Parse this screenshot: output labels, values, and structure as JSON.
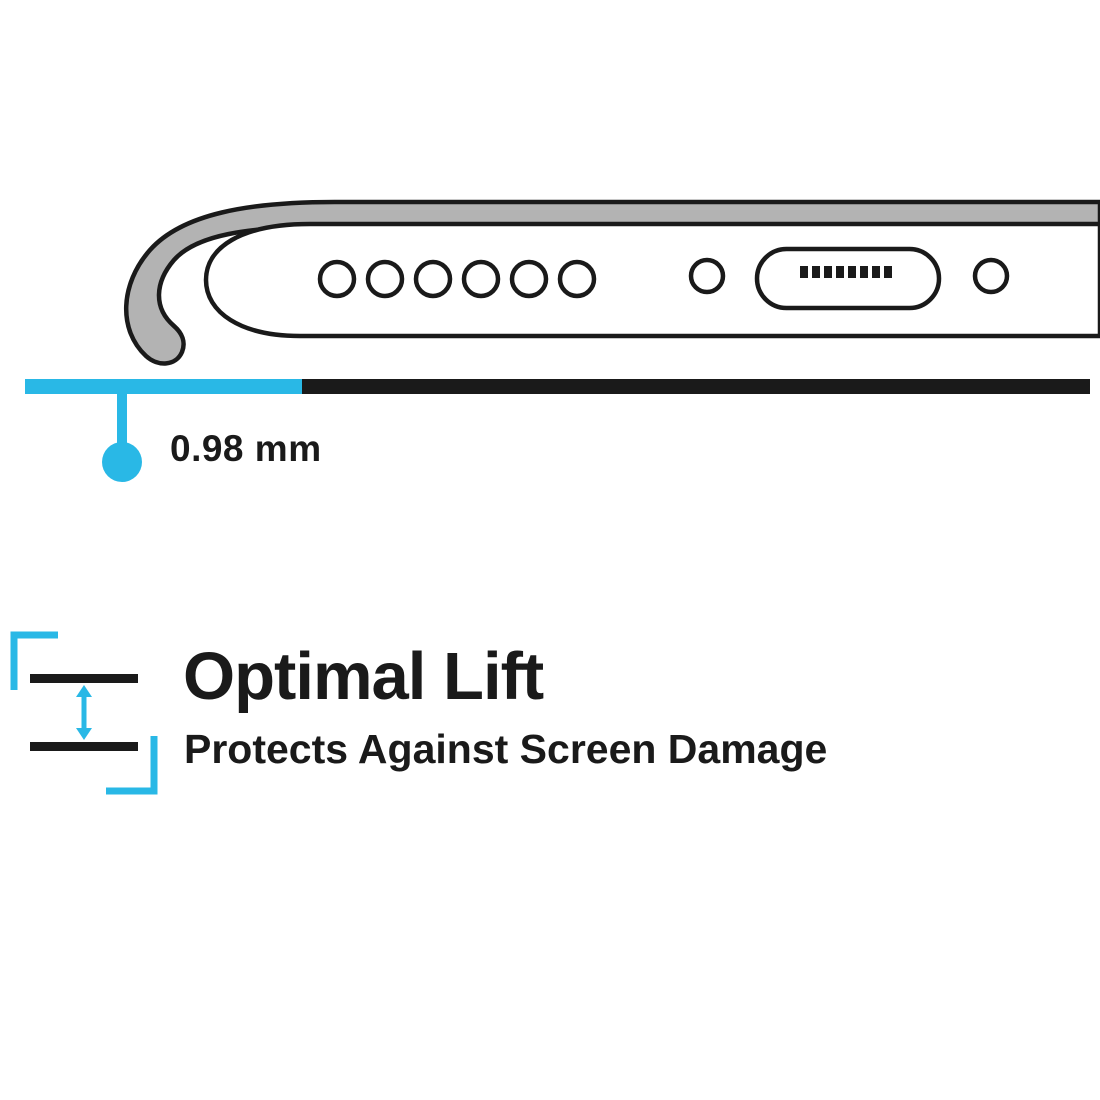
{
  "colors": {
    "accent_cyan": "#29b8e6",
    "ink_black": "#1a1a1a",
    "case_gray": "#b3b3b3",
    "background": "#ffffff"
  },
  "diagram": {
    "measurement_label": "0.98 mm",
    "speaker_hole_count": 6
  },
  "feature": {
    "title": "Optimal Lift",
    "subtitle": "Protects Against Screen Damage"
  }
}
